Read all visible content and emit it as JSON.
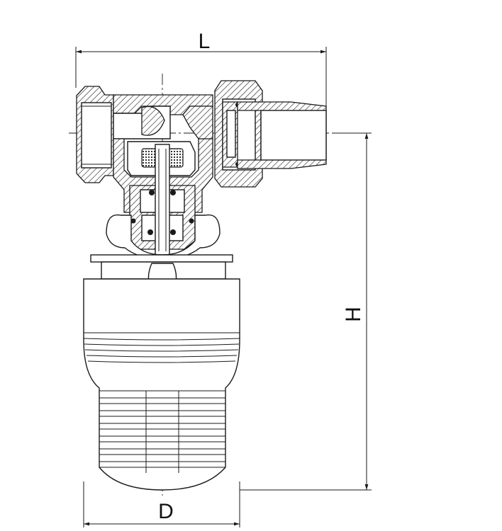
{
  "dimensions": {
    "length_label": "L",
    "height_label": "H",
    "diameter_label": "D"
  }
}
